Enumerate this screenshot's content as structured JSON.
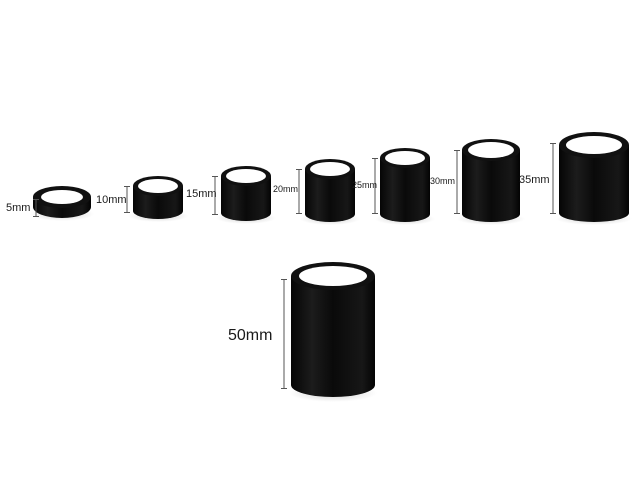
{
  "spacers": [
    {
      "id": "5mm",
      "label": "5mm"
    },
    {
      "id": "10mm",
      "label": "10mm"
    },
    {
      "id": "15mm",
      "label": "15mm"
    },
    {
      "id": "20mm",
      "label": "20mm"
    },
    {
      "id": "25mm",
      "label": "25mm"
    },
    {
      "id": "30mm",
      "label": "30mm"
    },
    {
      "id": "35mm",
      "label": "35mm"
    },
    {
      "id": "50mm",
      "label": "50mm"
    }
  ],
  "colors": {
    "background": "#ffffff",
    "spacer": "#0b0b0b",
    "text": "#1a1a1a",
    "bracket": "#555555"
  }
}
